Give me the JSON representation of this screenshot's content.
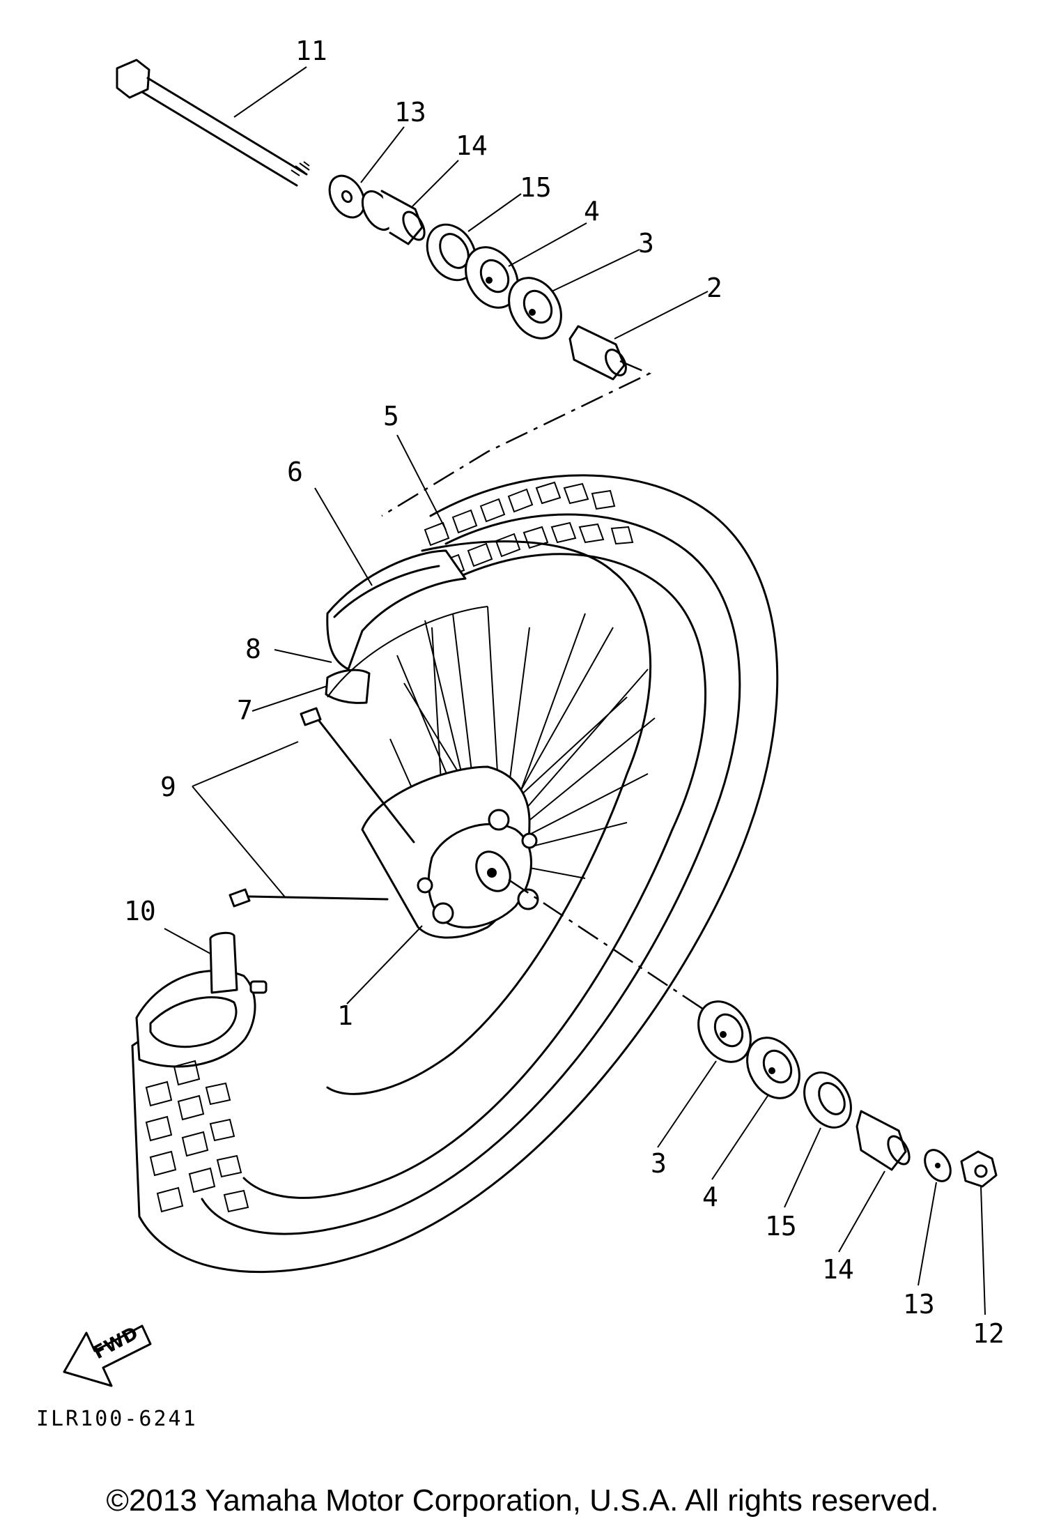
{
  "diagram": {
    "callouts": [
      {
        "id": "c11",
        "text": "11"
      },
      {
        "id": "c13a",
        "text": "13"
      },
      {
        "id": "c14a",
        "text": "14"
      },
      {
        "id": "c15a",
        "text": "15"
      },
      {
        "id": "c4a",
        "text": "4"
      },
      {
        "id": "c3a",
        "text": "3"
      },
      {
        "id": "c2",
        "text": "2"
      },
      {
        "id": "c5",
        "text": "5"
      },
      {
        "id": "c6",
        "text": "6"
      },
      {
        "id": "c8",
        "text": "8"
      },
      {
        "id": "c7",
        "text": "7"
      },
      {
        "id": "c9",
        "text": "9"
      },
      {
        "id": "c10",
        "text": "10"
      },
      {
        "id": "c1",
        "text": "1"
      },
      {
        "id": "c3b",
        "text": "3"
      },
      {
        "id": "c4b",
        "text": "4"
      },
      {
        "id": "c15b",
        "text": "15"
      },
      {
        "id": "c14b",
        "text": "14"
      },
      {
        "id": "c13b",
        "text": "13"
      },
      {
        "id": "c12",
        "text": "12"
      }
    ],
    "fwd_label": "FWD",
    "figure_code": "ILR100-6241",
    "copyright": "©2013 Yamaha Motor Corporation, U.S.A. All rights reserved."
  }
}
